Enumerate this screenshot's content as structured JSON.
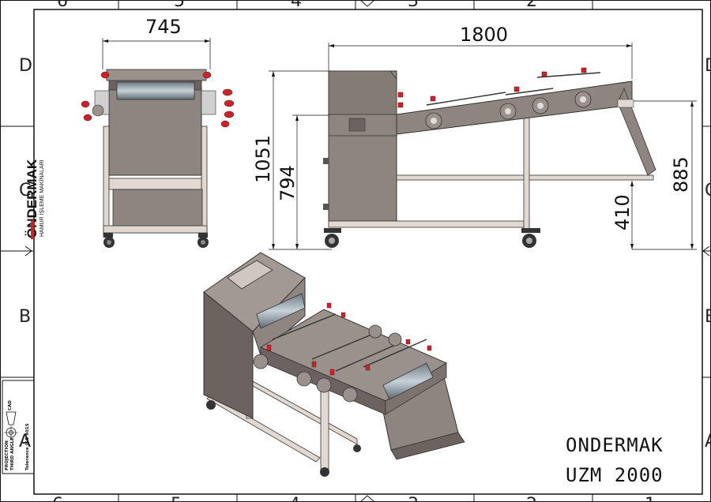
{
  "drawing": {
    "dimensions": {
      "width_front": "745",
      "length_side": "1800",
      "height_total": "1051",
      "height_table": "794",
      "height_outlet": "885",
      "height_lower": "410"
    },
    "zones": {
      "top": [
        "6",
        "5",
        "4",
        "3",
        "2"
      ],
      "bottom": [
        "6",
        "5",
        "4",
        "3",
        "2",
        "1"
      ],
      "left": [
        "D",
        "C",
        "B",
        "A"
      ],
      "right": [
        "D",
        "C",
        "B",
        "A"
      ]
    },
    "title_block": {
      "line1": "ONDERMAK",
      "line2": "UZM 2000"
    },
    "logo": {
      "brand": "ÖNDERMAK",
      "tagline": "HAMUR İŞLEME MAKİNALARI"
    },
    "side_box": {
      "cad": "CAD",
      "projection": "PROJECTION",
      "third_angle": "THIRD ANGLE",
      "tolerance": "Tolerance ISO 8015"
    },
    "colors": {
      "body": "#8f8580",
      "body_dark": "#6c6360",
      "frame": "#d9cfc9",
      "roller": "#a8b4bc",
      "handle": "#c8242a"
    }
  }
}
